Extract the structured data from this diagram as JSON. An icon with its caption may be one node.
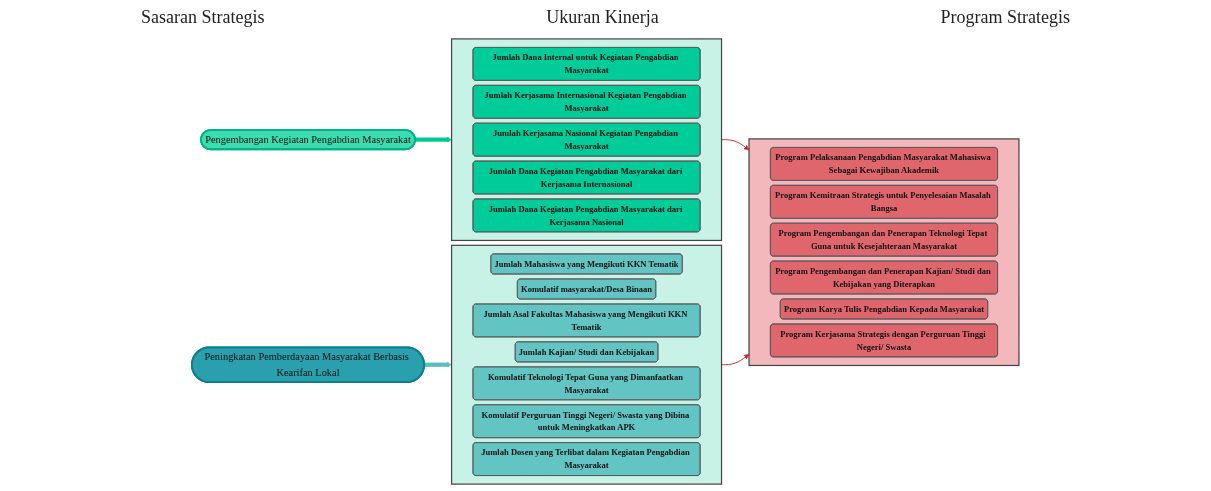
{
  "diagram": {
    "nodes": [
      {
        "text": [
          "Pengembangan Kegiatan Pengabdian Masyarakat"
        ]
      },
      {
        "text": [],
        "shape": "box"
      },
      {
        "text": [
          "Jumlah Dana Internal untuk Kegiatan Pengabdian Masyarakat"
        ],
        "in": 1
      },
      {
        "text": [
          "Jumlah Kerjasama Internasional Kegiatan Pengabdian Masyarakat"
        ],
        "in": 1
      },
      {
        "text": [
          "Jumlah Kerjasama Nasional Kegiatan Pengabdian Masyarakat"
        ],
        "in": 1
      },
      {
        "text": [
          "Jumlah Dana Kegiatan Pengabdian Masyarakat dari Kerjasama Internasional"
        ],
        "in": 1
      },
      {
        "text": [
          "Jumlah Dana Kegiatan Pengabdian Masyarakat dari Kerjasama Nasional"
        ],
        "in": 1
      },
      {
        "text": [
          "Peningkatan Pemberdayaan Masyarakat Berbasis Kearifan Lokal"
        ]
      },
      {
        "text": [],
        "shape": "box"
      },
      {
        "text": [
          "Jumlah Mahasiswa yang Mengikuti KKN Tematik"
        ],
        "in": 8
      },
      {
        "text": [
          "Komulatif masyarakat/Desa Binaan"
        ],
        "in": 8
      },
      {
        "text": [
          "Jumlah Asal Fakultas Mahasiswa yang Mengikuti KKN Tematik"
        ],
        "in": 8
      },
      {
        "text": [
          "Jumlah Kajian/ Studi dan Kebijakan"
        ],
        "in": 8
      },
      {
        "text": [
          "Komulatif Teknologi Tepat Guna yang Dimanfaatkan Masyarakat"
        ],
        "in": 8
      },
      {
        "text": [
          "Komulatif Perguruan Tinggi Negeri/ Swasta yang Dibina untuk Meningkatkan APK"
        ],
        "in": 8
      },
      {
        "text": [
          "Jumlah Dosen yang Terlibat dalam Kegiatan Pengabdian Masyarakat"
        ],
        "in": 8
      },
      {
        "text": [],
        "shape": "box"
      },
      {
        "text": [
          "Program Pelaksanaan Pengabdian Masyarakat Mahasiswa Sebagai Kewajiban Akademik"
        ],
        "in": 16
      },
      {
        "text": [
          "Program Kemitraan Strategis untuk Penyelesaian Masalah Bangsa"
        ],
        "in": 16
      },
      {
        "text": [
          "Program Pengembangan dan Penerapan Teknologi Tepat Guna untuk Kesejahteraan Masyarakat"
        ],
        "in": 16
      },
      {
        "text": [
          "Program Pengembangan dan Penerapan Kajian/ Studi dan Kebijakan yang Diterapkan"
        ],
        "in": 16
      },
      {
        "text": [
          "Program Karya Tulis Pengabdian Kepada Masyarakat"
        ],
        "in": 16
      },
      {
        "text": [
          "Program Kerjasama Strategis dengan Perguruan Tinggi Negeri/ Swasta"
        ],
        "in": 16
      }
    ],
    "edges": [
      {
        "from": 0,
        "to": 1,
        "arrow": "to",
        "style": "thick",
        "color": "#00c896"
      },
      {
        "from": 7,
        "to": 8,
        "arrow": "to",
        "style": "thick",
        "color": "#5bbfbf"
      },
      {
        "from": 1,
        "to": 16,
        "arrow": "to",
        "color": "#d8232a"
      },
      {
        "from": 8,
        "to": 16,
        "arrow": "to",
        "color": "#d8232a"
      }
    ],
    "labels": [
      "Sasaran Strategis",
      "Ukuran Kinerja",
      "Program Strategis"
    ]
  }
}
